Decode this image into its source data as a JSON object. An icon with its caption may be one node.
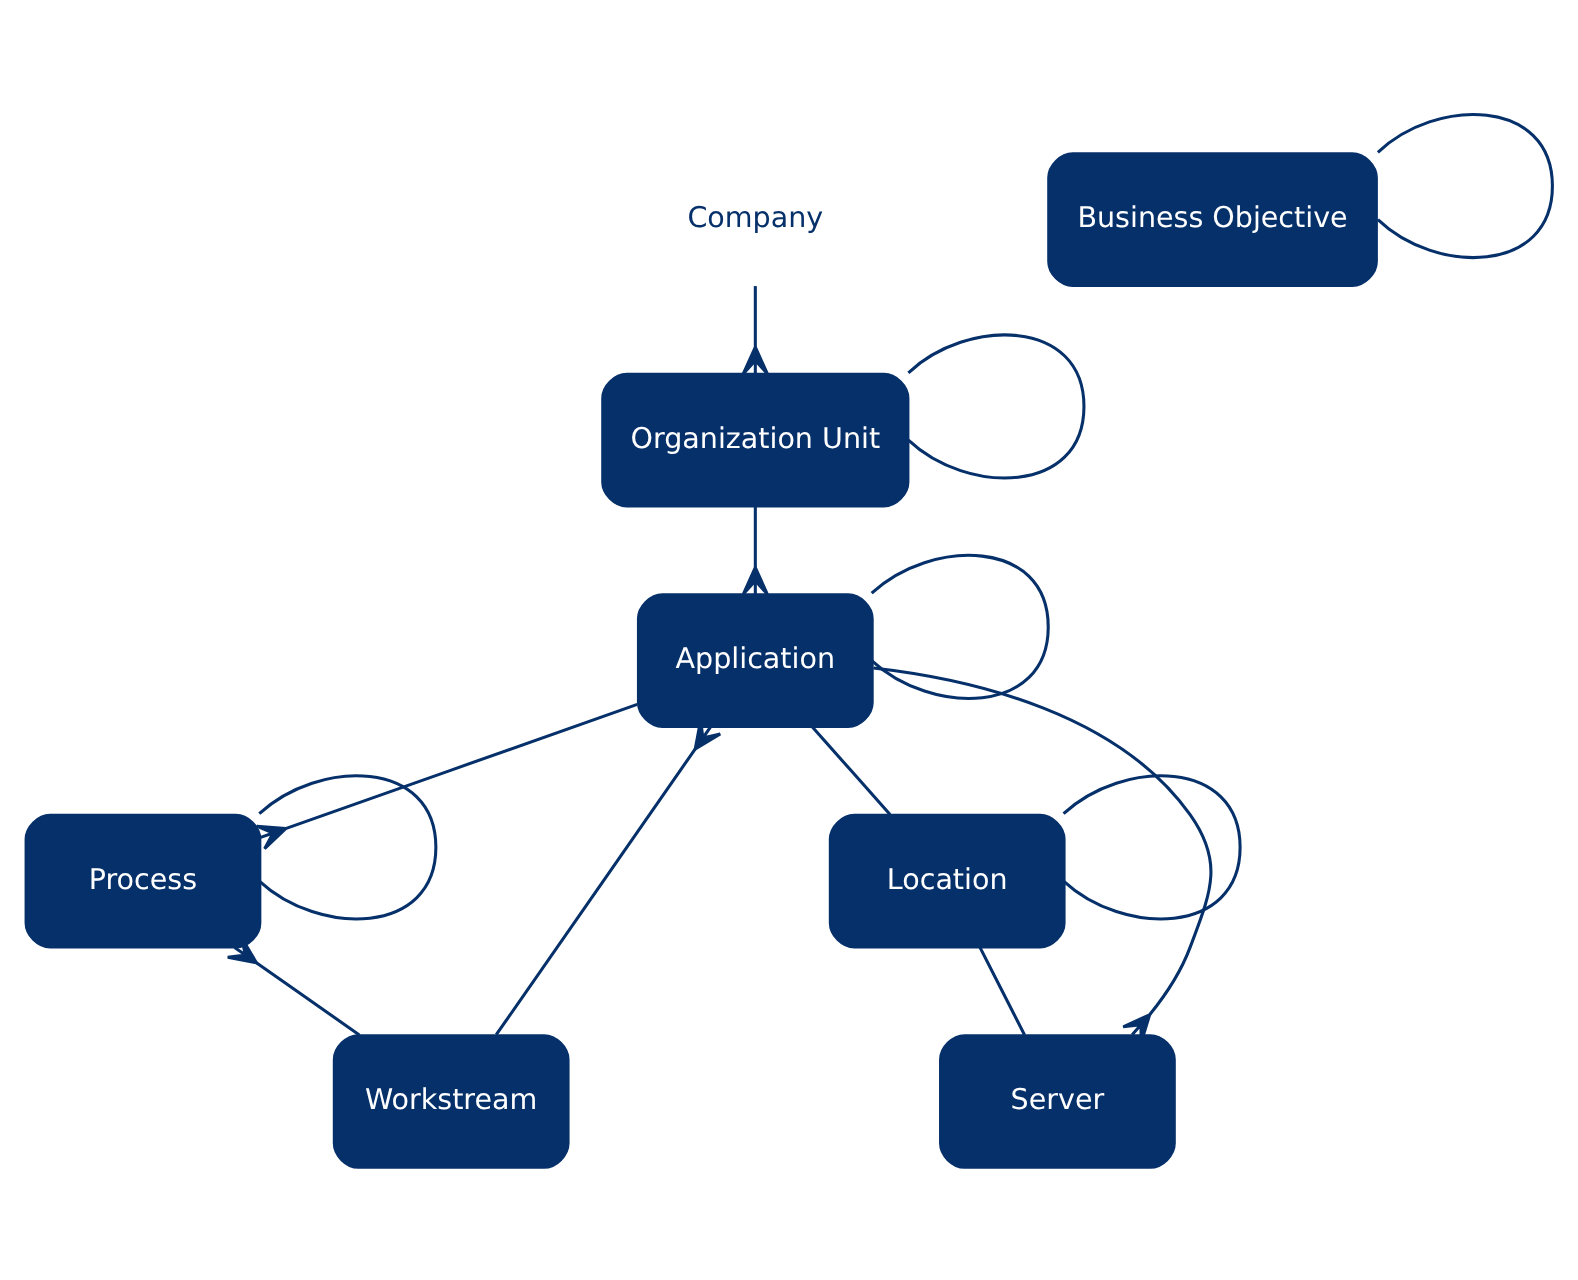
{
  "diagram": {
    "nodes": [
      {
        "text": [
          "Company"
        ]
      },
      {
        "text": [
          "Organization Unit"
        ]
      },
      {
        "text": [
          "Process"
        ]
      },
      {
        "text": [
          "Location"
        ]
      },
      {
        "text": [
          "Application"
        ]
      },
      {
        "text": [
          "Workstream"
        ]
      },
      {
        "text": [
          "Server"
        ]
      },
      {
        "text": [
          "Business Objective"
        ]
      }
    ],
    "edges": [
      {
        "from": 0,
        "to": 1,
        "arrow": "other"
      },
      {
        "from": 1,
        "to": 1,
        "arrow": "none"
      },
      {
        "from": 2,
        "to": 2,
        "arrow": "none"
      },
      {
        "from": 3,
        "to": 3,
        "arrow": "none"
      },
      {
        "from": 1,
        "to": 4,
        "arrow": "other"
      },
      {
        "from": 4,
        "to": 4,
        "arrow": "none"
      },
      {
        "from": 4,
        "to": 2,
        "arrow": "other"
      },
      {
        "from": 5,
        "to": 2,
        "arrow": "other"
      },
      {
        "from": 5,
        "to": 4,
        "arrow": "other"
      },
      {
        "from": 4,
        "to": 3,
        "arrow": "none"
      },
      {
        "from": 3,
        "to": 6,
        "arrow": "none"
      },
      {
        "from": 4,
        "to": 6,
        "arrow": "other"
      },
      {
        "from": 7,
        "to": 7,
        "arrow": "none"
      }
    ]
  }
}
